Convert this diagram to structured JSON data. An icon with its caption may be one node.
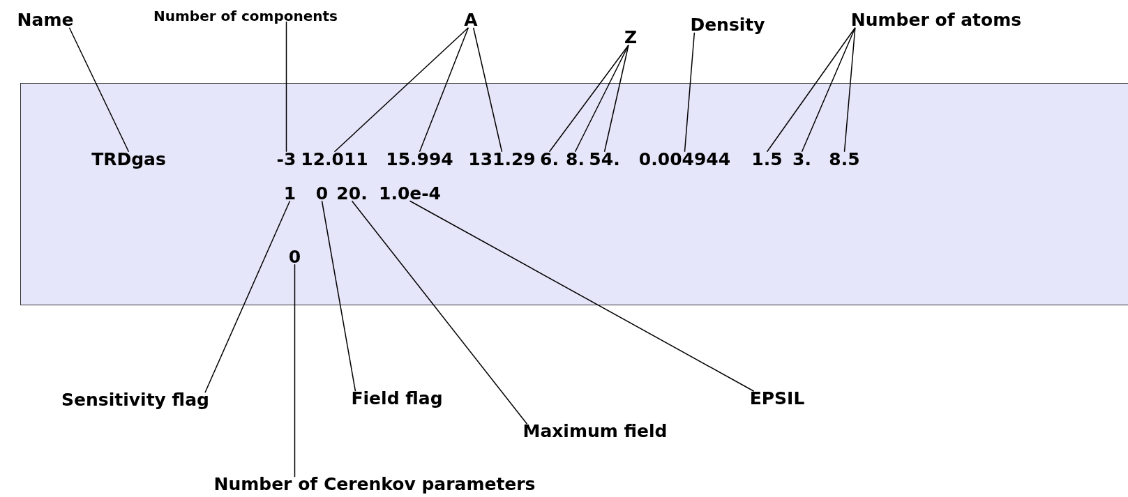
{
  "diagram": {
    "nodes": [
      {
        "text": [
          "Name"
        ]
      },
      {
        "text": [
          "Number of components"
        ]
      },
      {
        "text": [
          "A"
        ]
      },
      {
        "text": [
          "Density"
        ]
      },
      {
        "text": [
          "Number of atoms"
        ]
      },
      {
        "text": [
          "Z"
        ]
      },
      {
        "text": [],
        "shape": "box"
      },
      {
        "text": [
          "TRDgas"
        ],
        "in": 6
      },
      {
        "text": [
          "-3"
        ],
        "in": 6
      },
      {
        "text": [
          "12.011"
        ],
        "in": 6
      },
      {
        "text": [
          "15.994"
        ],
        "in": 6
      },
      {
        "text": [
          "131.29"
        ],
        "in": 6
      },
      {
        "text": [
          "6."
        ],
        "in": 6
      },
      {
        "text": [
          "8."
        ],
        "in": 6
      },
      {
        "text": [
          "54."
        ],
        "in": 6
      },
      {
        "text": [
          "0.004944"
        ],
        "in": 6
      },
      {
        "text": [
          "1.5"
        ],
        "in": 6
      },
      {
        "text": [
          "3."
        ],
        "in": 6
      },
      {
        "text": [
          "8.5"
        ],
        "in": 6
      },
      {
        "text": [
          "1"
        ],
        "in": 6
      },
      {
        "text": [
          "0"
        ],
        "in": 6
      },
      {
        "text": [
          "20."
        ],
        "in": 6
      },
      {
        "text": [
          "1.0e-4"
        ],
        "in": 6
      },
      {
        "text": [
          "0"
        ],
        "in": 6
      },
      {
        "text": [
          "Sensitivity flag"
        ]
      },
      {
        "text": [
          "Field flag"
        ]
      },
      {
        "text": [
          "EPSIL"
        ]
      },
      {
        "text": [
          "Maximum field"
        ]
      },
      {
        "text": [
          "Number of Cerenkov parameters"
        ]
      }
    ],
    "edges": [
      {
        "from": 0,
        "to": 7,
        "arrow": "none"
      },
      {
        "from": 1,
        "to": 8,
        "arrow": "none"
      },
      {
        "from": 2,
        "to": 9,
        "arrow": "none"
      },
      {
        "from": 2,
        "to": 10,
        "arrow": "none"
      },
      {
        "from": 2,
        "to": 11,
        "arrow": "none"
      },
      {
        "from": 5,
        "to": 12,
        "arrow": "none"
      },
      {
        "from": 5,
        "to": 13,
        "arrow": "none"
      },
      {
        "from": 5,
        "to": 14,
        "arrow": "none"
      },
      {
        "from": 3,
        "to": 15,
        "arrow": "none"
      },
      {
        "from": 4,
        "to": 16,
        "arrow": "none"
      },
      {
        "from": 4,
        "to": 17,
        "arrow": "none"
      },
      {
        "from": 4,
        "to": 18,
        "arrow": "none"
      },
      {
        "from": 24,
        "to": 19,
        "arrow": "none"
      },
      {
        "from": 25,
        "to": 20,
        "arrow": "none"
      },
      {
        "from": 27,
        "to": 21,
        "arrow": "none"
      },
      {
        "from": 26,
        "to": 22,
        "arrow": "none"
      },
      {
        "from": 28,
        "to": 23,
        "arrow": "none"
      }
    ]
  }
}
